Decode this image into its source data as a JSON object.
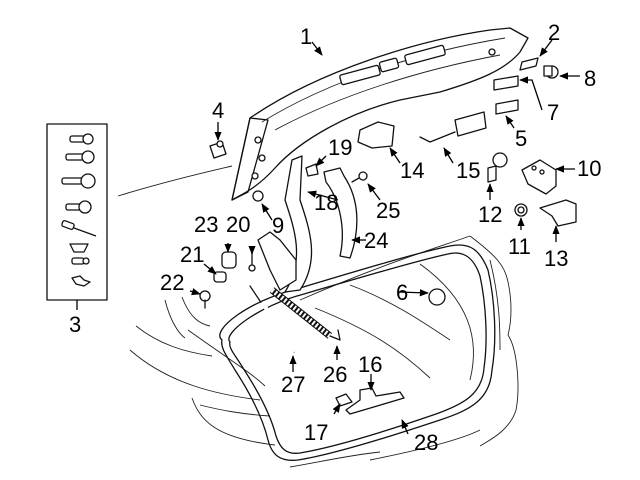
{
  "diagram": {
    "title": "Trunk Lid Components — Exploded View",
    "callouts": [
      {
        "id": "1",
        "label": "1",
        "part": "trunk-lid"
      },
      {
        "id": "2",
        "label": "2",
        "part": "bumper-pad"
      },
      {
        "id": "3",
        "label": "3",
        "part": "fastener-kit"
      },
      {
        "id": "4",
        "label": "4",
        "part": "bumper-stop"
      },
      {
        "id": "5",
        "label": "5",
        "part": "cover"
      },
      {
        "id": "6",
        "label": "6",
        "part": "bumper"
      },
      {
        "id": "7",
        "label": "7",
        "part": "bracket"
      },
      {
        "id": "8",
        "label": "8",
        "part": "grommet"
      },
      {
        "id": "9",
        "label": "9",
        "part": "clip"
      },
      {
        "id": "10",
        "label": "10",
        "part": "latch"
      },
      {
        "id": "11",
        "label": "11",
        "part": "nut"
      },
      {
        "id": "12",
        "label": "12",
        "part": "actuator-switch"
      },
      {
        "id": "13",
        "label": "13",
        "part": "latch-cover"
      },
      {
        "id": "14",
        "label": "14",
        "part": "handle-housing"
      },
      {
        "id": "15",
        "label": "15",
        "part": "release-handle"
      },
      {
        "id": "16",
        "label": "16",
        "part": "striker"
      },
      {
        "id": "17",
        "label": "17",
        "part": "striker-cover"
      },
      {
        "id": "18",
        "label": "18",
        "part": "hinge-arm"
      },
      {
        "id": "19",
        "label": "19",
        "part": "retainer"
      },
      {
        "id": "20",
        "label": "20",
        "part": "bolt"
      },
      {
        "id": "21",
        "label": "21",
        "part": "bushing"
      },
      {
        "id": "22",
        "label": "22",
        "part": "push-pin"
      },
      {
        "id": "23",
        "label": "23",
        "part": "spring"
      },
      {
        "id": "24",
        "label": "24",
        "part": "hinge-cover"
      },
      {
        "id": "25",
        "label": "25",
        "part": "screw"
      },
      {
        "id": "26",
        "label": "26",
        "part": "torsion-rod"
      },
      {
        "id": "27",
        "label": "27",
        "part": "lift-support"
      },
      {
        "id": "28",
        "label": "28",
        "part": "weatherstrip"
      }
    ]
  }
}
